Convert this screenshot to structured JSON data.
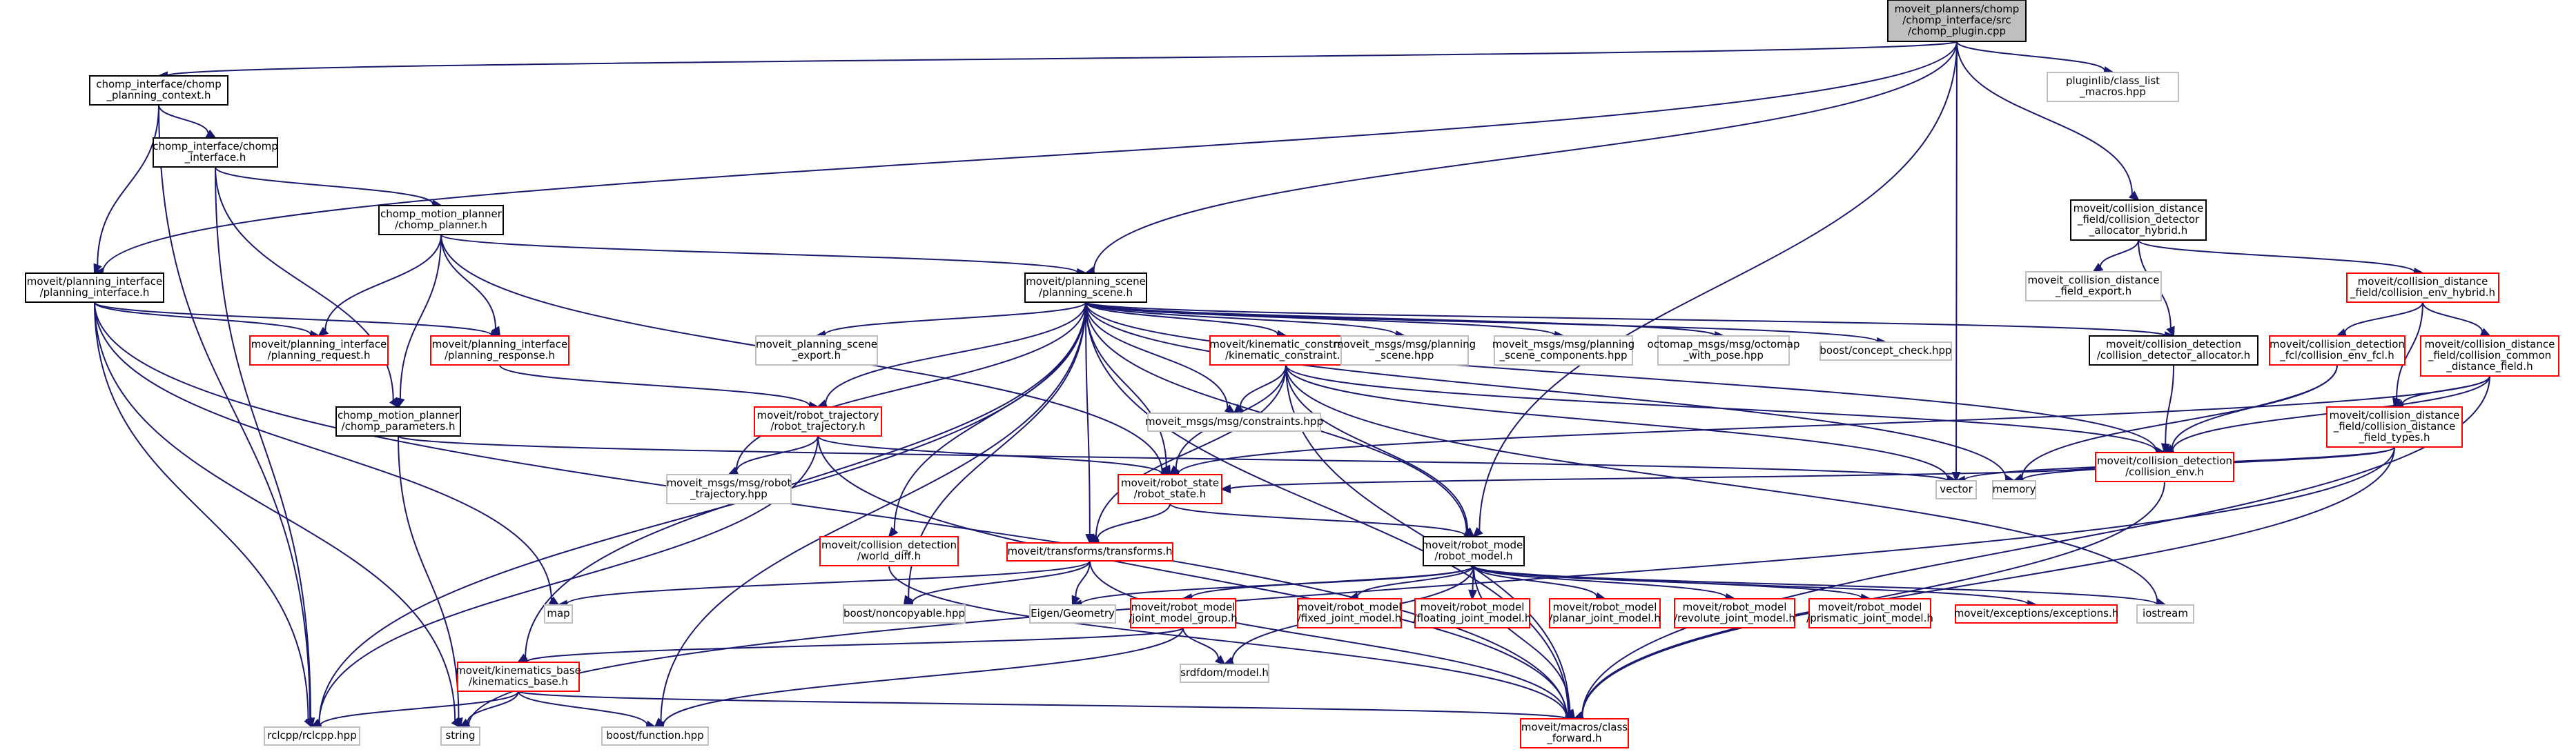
{
  "colors": {
    "background": "#ffffff",
    "edge": "#191970",
    "root_fill": "#bfbfbf",
    "root_border": "#000000",
    "project_border": "#000000",
    "linked_border": "#ff0000",
    "external_border": "#bfbfbf",
    "node_fill": "#ffffff",
    "text": "#000000"
  },
  "nodes": [
    {
      "id": "root",
      "kind": "root",
      "lines": [
        "moveit_planners/chomp",
        "/chomp_interface/src",
        "/chomp_plugin.cpp"
      ]
    },
    {
      "id": "planning_context",
      "kind": "project",
      "lines": [
        "chomp_interface/chomp",
        "_planning_context.h"
      ]
    },
    {
      "id": "chomp_interface",
      "kind": "project",
      "lines": [
        "chomp_interface/chomp",
        "_interface.h"
      ]
    },
    {
      "id": "chomp_planner",
      "kind": "project",
      "lines": [
        "chomp_motion_planner",
        "/chomp_planner.h"
      ]
    },
    {
      "id": "planning_interface",
      "kind": "project",
      "lines": [
        "moveit/planning_interface",
        "/planning_interface.h"
      ]
    },
    {
      "id": "planning_scene",
      "kind": "project",
      "lines": [
        "moveit/planning_scene",
        "/planning_scene.h"
      ]
    },
    {
      "id": "cda_hybrid",
      "kind": "project",
      "lines": [
        "moveit/collision_distance",
        "_field/collision_detector",
        "_allocator_hybrid.h"
      ]
    },
    {
      "id": "pluginlib",
      "kind": "external",
      "lines": [
        "pluginlib/class_list",
        "_macros.hpp"
      ]
    },
    {
      "id": "cdf_export",
      "kind": "external",
      "lines": [
        "moveit_collision_distance",
        "_field_export.h"
      ]
    },
    {
      "id": "cenv_hybrid",
      "kind": "linked",
      "lines": [
        "moveit/collision_distance",
        "_field/collision_env_hybrid.h"
      ]
    },
    {
      "id": "planning_request",
      "kind": "linked",
      "lines": [
        "moveit/planning_interface",
        "/planning_request.h"
      ]
    },
    {
      "id": "planning_response",
      "kind": "linked",
      "lines": [
        "moveit/planning_interface",
        "/planning_response.h"
      ]
    },
    {
      "id": "ps_export",
      "kind": "external",
      "lines": [
        "moveit_planning_scene",
        "_export.h"
      ]
    },
    {
      "id": "kin_constraint",
      "kind": "linked",
      "lines": [
        "moveit/kinematic_constraints",
        "/kinematic_constraint.h"
      ]
    },
    {
      "id": "msg_ps",
      "kind": "external",
      "lines": [
        "moveit_msgs/msg/planning",
        "_scene.hpp"
      ]
    },
    {
      "id": "msg_psc",
      "kind": "external",
      "lines": [
        "moveit_msgs/msg/planning",
        "_scene_components.hpp"
      ]
    },
    {
      "id": "octomap",
      "kind": "external",
      "lines": [
        "octomap_msgs/msg/octomap",
        "_with_pose.hpp"
      ]
    },
    {
      "id": "concept_check",
      "kind": "external",
      "lines": [
        "boost/concept_check.hpp"
      ]
    },
    {
      "id": "cd_allocator",
      "kind": "project",
      "lines": [
        "moveit/collision_detection",
        "/collision_detector_allocator.h"
      ]
    },
    {
      "id": "cenv_fcl",
      "kind": "linked",
      "lines": [
        "moveit/collision_detection",
        "_fcl/collision_env_fcl.h"
      ]
    },
    {
      "id": "cdf_common",
      "kind": "linked",
      "lines": [
        "moveit/collision_distance",
        "_field/collision_common",
        "_distance_field.h"
      ]
    },
    {
      "id": "chomp_params",
      "kind": "project",
      "lines": [
        "chomp_motion_planner",
        "/chomp_parameters.h"
      ]
    },
    {
      "id": "msg_constraints",
      "kind": "external",
      "lines": [
        "moveit_msgs/msg/constraints.hpp"
      ]
    },
    {
      "id": "robot_trajectory",
      "kind": "linked",
      "lines": [
        "moveit/robot_trajectory",
        "/robot_trajectory.h"
      ]
    },
    {
      "id": "collision_env",
      "kind": "linked",
      "lines": [
        "moveit/collision_detection",
        "/collision_env.h"
      ]
    },
    {
      "id": "cdf_types",
      "kind": "linked",
      "lines": [
        "moveit/collision_distance",
        "_field/collision_distance",
        "_field_types.h"
      ]
    },
    {
      "id": "vector",
      "kind": "external",
      "lines": [
        "vector"
      ]
    },
    {
      "id": "memory",
      "kind": "external",
      "lines": [
        "memory"
      ]
    },
    {
      "id": "msg_robot_traj",
      "kind": "external",
      "lines": [
        "moveit_msgs/msg/robot",
        "_trajectory.hpp"
      ]
    },
    {
      "id": "robot_state",
      "kind": "linked",
      "lines": [
        "moveit/robot_state",
        "/robot_state.h"
      ]
    },
    {
      "id": "world_diff",
      "kind": "linked",
      "lines": [
        "moveit/collision_detection",
        "/world_diff.h"
      ]
    },
    {
      "id": "transforms",
      "kind": "linked",
      "lines": [
        "moveit/transforms/transforms.h"
      ]
    },
    {
      "id": "robot_model",
      "kind": "project",
      "lines": [
        "moveit/robot_model",
        "/robot_model.h"
      ]
    },
    {
      "id": "map",
      "kind": "external",
      "lines": [
        "map"
      ]
    },
    {
      "id": "noncopyable",
      "kind": "external",
      "lines": [
        "boost/noncopyable.hpp"
      ]
    },
    {
      "id": "eigen",
      "kind": "external",
      "lines": [
        "Eigen/Geometry"
      ]
    },
    {
      "id": "joint_model_group",
      "kind": "linked",
      "lines": [
        "moveit/robot_model",
        "/joint_model_group.h"
      ]
    },
    {
      "id": "fixed_joint",
      "kind": "linked",
      "lines": [
        "moveit/robot_model",
        "/fixed_joint_model.h"
      ]
    },
    {
      "id": "floating_joint",
      "kind": "linked",
      "lines": [
        "moveit/robot_model",
        "/floating_joint_model.h"
      ]
    },
    {
      "id": "planar_joint",
      "kind": "linked",
      "lines": [
        "moveit/robot_model",
        "/planar_joint_model.h"
      ]
    },
    {
      "id": "revolute_joint",
      "kind": "linked",
      "lines": [
        "moveit/robot_model",
        "/revolute_joint_model.h"
      ]
    },
    {
      "id": "prismatic_joint",
      "kind": "linked",
      "lines": [
        "moveit/robot_model",
        "/prismatic_joint_model.h"
      ]
    },
    {
      "id": "exceptions",
      "kind": "linked",
      "lines": [
        "moveit/exceptions/exceptions.h"
      ]
    },
    {
      "id": "iostream",
      "kind": "external",
      "lines": [
        "iostream"
      ]
    },
    {
      "id": "srdfdom",
      "kind": "external",
      "lines": [
        "srdfdom/model.h"
      ]
    },
    {
      "id": "kinematics_base",
      "kind": "linked",
      "lines": [
        "moveit/kinematics_base",
        "/kinematics_base.h"
      ]
    },
    {
      "id": "rclcpp",
      "kind": "external",
      "lines": [
        "rclcpp/rclcpp.hpp"
      ]
    },
    {
      "id": "string",
      "kind": "external",
      "lines": [
        "string"
      ]
    },
    {
      "id": "boost_function",
      "kind": "external",
      "lines": [
        "boost/function.hpp"
      ]
    },
    {
      "id": "class_forward",
      "kind": "linked",
      "lines": [
        "moveit/macros/class",
        "_forward.h"
      ]
    }
  ],
  "edges": [
    [
      "root",
      "planning_context"
    ],
    [
      "root",
      "planning_interface"
    ],
    [
      "root",
      "planning_scene"
    ],
    [
      "root",
      "pluginlib"
    ],
    [
      "root",
      "cda_hybrid"
    ],
    [
      "root",
      "vector"
    ],
    [
      "root",
      "robot_model"
    ],
    [
      "planning_context",
      "chomp_interface"
    ],
    [
      "planning_context",
      "planning_interface"
    ],
    [
      "planning_context",
      "rclcpp"
    ],
    [
      "chomp_interface",
      "chomp_planner"
    ],
    [
      "chomp_interface",
      "chomp_params"
    ],
    [
      "chomp_interface",
      "rclcpp"
    ],
    [
      "chomp_planner",
      "planning_request"
    ],
    [
      "chomp_planner",
      "planning_response"
    ],
    [
      "chomp_planner",
      "chomp_params"
    ],
    [
      "chomp_planner",
      "planning_scene"
    ],
    [
      "chomp_planner",
      "robot_state"
    ],
    [
      "planning_interface",
      "planning_request"
    ],
    [
      "planning_interface",
      "planning_response"
    ],
    [
      "planning_interface",
      "map"
    ],
    [
      "planning_interface",
      "rclcpp"
    ],
    [
      "planning_interface",
      "string"
    ],
    [
      "planning_interface",
      "class_forward"
    ],
    [
      "planning_response",
      "robot_trajectory"
    ],
    [
      "chomp_params",
      "string"
    ],
    [
      "chomp_params",
      "vector"
    ],
    [
      "planning_scene",
      "ps_export"
    ],
    [
      "planning_scene",
      "kin_constraint"
    ],
    [
      "planning_scene",
      "msg_ps"
    ],
    [
      "planning_scene",
      "msg_psc"
    ],
    [
      "planning_scene",
      "octomap"
    ],
    [
      "planning_scene",
      "concept_check"
    ],
    [
      "planning_scene",
      "cd_allocator"
    ],
    [
      "planning_scene",
      "collision_env"
    ],
    [
      "planning_scene",
      "msg_constraints"
    ],
    [
      "planning_scene",
      "robot_trajectory"
    ],
    [
      "planning_scene",
      "msg_robot_traj"
    ],
    [
      "planning_scene",
      "robot_state"
    ],
    [
      "planning_scene",
      "world_diff"
    ],
    [
      "planning_scene",
      "transforms"
    ],
    [
      "planning_scene",
      "robot_model"
    ],
    [
      "planning_scene",
      "noncopyable"
    ],
    [
      "planning_scene",
      "kinematics_base"
    ],
    [
      "planning_scene",
      "rclcpp"
    ],
    [
      "planning_scene",
      "boost_function"
    ],
    [
      "planning_scene",
      "class_forward"
    ],
    [
      "planning_scene",
      "memory"
    ],
    [
      "cda_hybrid",
      "cdf_export"
    ],
    [
      "cda_hybrid",
      "cenv_hybrid"
    ],
    [
      "cda_hybrid",
      "cd_allocator"
    ],
    [
      "cenv_hybrid",
      "cenv_fcl"
    ],
    [
      "cenv_hybrid",
      "cdf_common"
    ],
    [
      "cenv_hybrid",
      "cdf_types"
    ],
    [
      "cenv_fcl",
      "collision_env"
    ],
    [
      "cenv_fcl",
      "memory"
    ],
    [
      "cdf_common",
      "collision_env"
    ],
    [
      "cdf_common",
      "cdf_types"
    ],
    [
      "cdf_common",
      "robot_state"
    ],
    [
      "cdf_common",
      "class_forward"
    ],
    [
      "cd_allocator",
      "collision_env"
    ],
    [
      "kin_constraint",
      "msg_constraints"
    ],
    [
      "kin_constraint",
      "robot_state"
    ],
    [
      "kin_constraint",
      "collision_env"
    ],
    [
      "kin_constraint",
      "transforms"
    ],
    [
      "kin_constraint",
      "robot_model"
    ],
    [
      "kin_constraint",
      "iostream"
    ],
    [
      "kin_constraint",
      "vector"
    ],
    [
      "kin_constraint",
      "class_forward"
    ],
    [
      "collision_env",
      "robot_state"
    ],
    [
      "collision_env",
      "class_forward"
    ],
    [
      "cdf_types",
      "vector"
    ],
    [
      "cdf_types",
      "memory"
    ],
    [
      "cdf_types",
      "string"
    ],
    [
      "cdf_types",
      "class_forward"
    ],
    [
      "robot_trajectory",
      "msg_robot_traj"
    ],
    [
      "robot_trajectory",
      "robot_state"
    ],
    [
      "robot_trajectory",
      "rclcpp"
    ],
    [
      "robot_trajectory",
      "class_forward"
    ],
    [
      "robot_state",
      "transforms"
    ],
    [
      "robot_state",
      "robot_model"
    ],
    [
      "world_diff",
      "class_forward"
    ],
    [
      "transforms",
      "map"
    ],
    [
      "transforms",
      "noncopyable"
    ],
    [
      "transforms",
      "eigen"
    ],
    [
      "transforms",
      "class_forward"
    ],
    [
      "robot_model",
      "eigen"
    ],
    [
      "robot_model",
      "joint_model_group"
    ],
    [
      "robot_model",
      "fixed_joint"
    ],
    [
      "robot_model",
      "floating_joint"
    ],
    [
      "robot_model",
      "planar_joint"
    ],
    [
      "robot_model",
      "revolute_joint"
    ],
    [
      "robot_model",
      "prismatic_joint"
    ],
    [
      "robot_model",
      "exceptions"
    ],
    [
      "robot_model",
      "iostream"
    ],
    [
      "robot_model",
      "srdfdom"
    ],
    [
      "robot_model",
      "class_forward"
    ],
    [
      "joint_model_group",
      "kinematics_base"
    ],
    [
      "joint_model_group",
      "srdfdom"
    ],
    [
      "joint_model_group",
      "boost_function"
    ],
    [
      "kinematics_base",
      "rclcpp"
    ],
    [
      "kinematics_base",
      "string"
    ],
    [
      "kinematics_base",
      "boost_function"
    ],
    [
      "kinematics_base",
      "class_forward"
    ]
  ]
}
